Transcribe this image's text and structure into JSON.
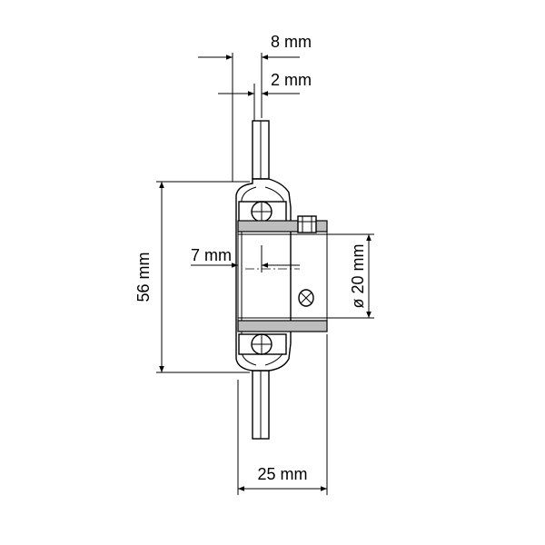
{
  "dimensions": {
    "overall_thickness": "8 mm",
    "flange_thickness": "2 mm",
    "outer_height": "56 mm",
    "offset": "7 mm",
    "bore_diameter": "ø 20 mm",
    "total_width": "25 mm"
  },
  "colors": {
    "line": "#000000",
    "inner_ring_fill": "#bdbdbd",
    "background": "#ffffff"
  }
}
